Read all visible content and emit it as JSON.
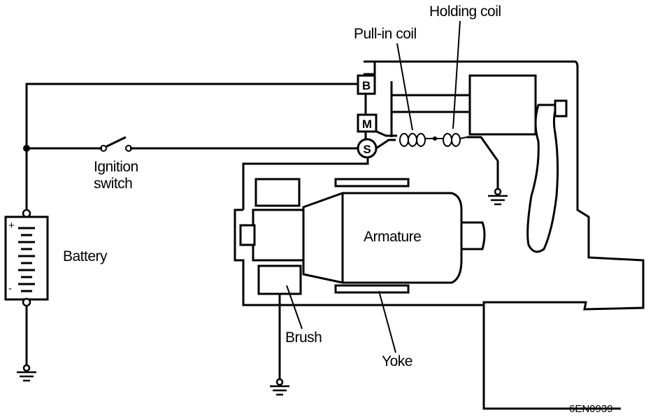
{
  "labels": {
    "holding_coil": "Holding coil",
    "pull_in_coil": "Pull-in coil",
    "ignition_switch_line1": "Ignition",
    "ignition_switch_line2": "switch",
    "battery": "Battery",
    "armature": "Armature",
    "brush": "Brush",
    "yoke": "Yoke",
    "figure_code": "6EN0939"
  },
  "terminals": {
    "b": "B",
    "m": "M",
    "s": "S"
  },
  "battery_marks": {
    "plus": "+",
    "minus": "-"
  }
}
